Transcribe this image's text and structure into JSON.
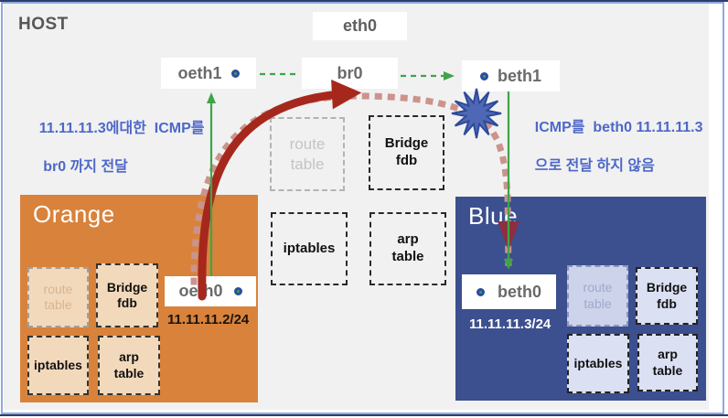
{
  "frame": {
    "host_label": "HOST"
  },
  "bridge": {
    "eth0": "eth0",
    "oeth1": "oeth1",
    "br0": "br0",
    "beth1": "beth1"
  },
  "annotations": {
    "left_line1": "11.11.11.3에대한  ICMP를",
    "left_line2": " br0 까지 전달",
    "right_line1": "ICMP를  beth0 11.11.11.3",
    "right_line2": "으로 전달 하지 않음"
  },
  "host_tables": {
    "route_table": "route table",
    "bridge_fdb": "Bridge fdb",
    "iptables": "iptables",
    "arp_table": "arp table"
  },
  "orange": {
    "title": "Orange",
    "interface": "oeth0",
    "ip": "11.11.11.2/24",
    "route_table": "route table",
    "bridge_fdb": "Bridge fdb",
    "iptables": "iptables",
    "arp_table": "arp table"
  },
  "blue": {
    "title": "Blue",
    "interface": "beth0",
    "ip": "11.11.11.3/24",
    "route_table": "route table",
    "bridge_fdb": "Bridge fdb",
    "iptables": "iptables",
    "arp_table": "arp table"
  },
  "colors": {
    "background": "#f1f1f1",
    "frame_border": "#8ea9dc",
    "frame_dark": "#2e3d6b",
    "orange_namespace": "#d8823b",
    "orange_subbox": "#f3d9bb",
    "blue_namespace": "#3c4f8e",
    "blue_subbox": "#dbe0f3",
    "link_green": "#3fa448",
    "flow_red": "#a6281d",
    "blocked_pink": "#cc938c",
    "drop_arrow_dark_red": "#8c3040",
    "starburst_blue": "#4f68b5",
    "annotation_text": "#4d68c8"
  }
}
